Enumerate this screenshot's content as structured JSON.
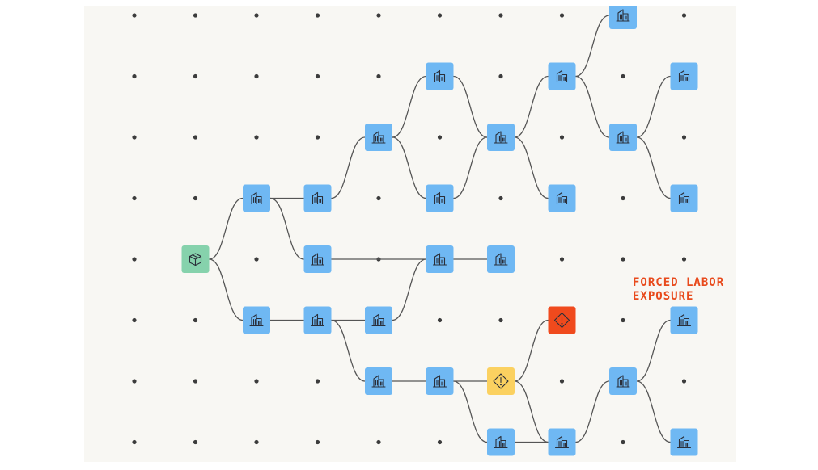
{
  "annotation": {
    "line1": "FORCED LABOR",
    "line2": "EXPOSURE"
  },
  "colors": {
    "facility": "#6fb8f3",
    "origin": "#86d2ac",
    "warning": "#fbd160",
    "alert": "#f04a1d",
    "edge": "#555555",
    "dot": "#3c3c3c",
    "background": "#f8f7f3"
  },
  "grid": {
    "columns": 10,
    "rows": 8
  },
  "nodes": [
    {
      "id": "n0",
      "col": 1,
      "row": 4,
      "type": "origin",
      "icon": "package-icon"
    },
    {
      "id": "n1",
      "col": 2,
      "row": 3,
      "type": "facility",
      "icon": "building-icon"
    },
    {
      "id": "n2",
      "col": 2,
      "row": 5,
      "type": "facility",
      "icon": "building-icon"
    },
    {
      "id": "n3",
      "col": 3,
      "row": 3,
      "type": "facility",
      "icon": "building-icon"
    },
    {
      "id": "n4",
      "col": 3,
      "row": 4,
      "type": "facility",
      "icon": "building-icon"
    },
    {
      "id": "n5",
      "col": 3,
      "row": 5,
      "type": "facility",
      "icon": "building-icon"
    },
    {
      "id": "n6",
      "col": 4,
      "row": 2,
      "type": "facility",
      "icon": "building-icon"
    },
    {
      "id": "n7",
      "col": 4,
      "row": 5,
      "type": "facility",
      "icon": "building-icon"
    },
    {
      "id": "n8",
      "col": 4,
      "row": 6,
      "type": "facility",
      "icon": "building-icon"
    },
    {
      "id": "n9",
      "col": 5,
      "row": 1,
      "type": "facility",
      "icon": "building-icon"
    },
    {
      "id": "n10",
      "col": 5,
      "row": 3,
      "type": "facility",
      "icon": "building-icon"
    },
    {
      "id": "n11",
      "col": 5,
      "row": 4,
      "type": "facility",
      "icon": "building-icon"
    },
    {
      "id": "n12",
      "col": 5,
      "row": 6,
      "type": "facility",
      "icon": "building-icon"
    },
    {
      "id": "n13",
      "col": 6,
      "row": 2,
      "type": "facility",
      "icon": "building-icon"
    },
    {
      "id": "n14",
      "col": 6,
      "row": 4,
      "type": "facility",
      "icon": "building-icon"
    },
    {
      "id": "n15",
      "col": 6,
      "row": 6,
      "type": "warning",
      "icon": "warning-icon"
    },
    {
      "id": "n16",
      "col": 6,
      "row": 7,
      "type": "facility",
      "icon": "building-icon"
    },
    {
      "id": "n17",
      "col": 7,
      "row": 1,
      "type": "facility",
      "icon": "building-icon"
    },
    {
      "id": "n18",
      "col": 7,
      "row": 3,
      "type": "facility",
      "icon": "building-icon"
    },
    {
      "id": "n19",
      "col": 7,
      "row": 5,
      "type": "alert",
      "icon": "alert-icon"
    },
    {
      "id": "n20",
      "col": 7,
      "row": 7,
      "type": "facility",
      "icon": "building-icon"
    },
    {
      "id": "n21",
      "col": 8,
      "row": 0,
      "type": "facility",
      "icon": "building-icon"
    },
    {
      "id": "n22",
      "col": 8,
      "row": 2,
      "type": "facility",
      "icon": "building-icon"
    },
    {
      "id": "n23",
      "col": 8,
      "row": 6,
      "type": "facility",
      "icon": "building-icon"
    },
    {
      "id": "n24",
      "col": 9,
      "row": 1,
      "type": "facility",
      "icon": "building-icon"
    },
    {
      "id": "n25",
      "col": 9,
      "row": 3,
      "type": "facility",
      "icon": "building-icon"
    },
    {
      "id": "n26",
      "col": 9,
      "row": 5,
      "type": "facility",
      "icon": "building-icon"
    },
    {
      "id": "n27",
      "col": 9,
      "row": 7,
      "type": "facility",
      "icon": "building-icon"
    }
  ],
  "edges": [
    [
      "n0",
      "n1"
    ],
    [
      "n0",
      "n2"
    ],
    [
      "n1",
      "n3"
    ],
    [
      "n1",
      "n4"
    ],
    [
      "n2",
      "n5"
    ],
    [
      "n3",
      "n6"
    ],
    [
      "n4",
      "n11"
    ],
    [
      "n5",
      "n7"
    ],
    [
      "n5",
      "n8"
    ],
    [
      "n6",
      "n9"
    ],
    [
      "n6",
      "n10"
    ],
    [
      "n7",
      "n11"
    ],
    [
      "n8",
      "n12"
    ],
    [
      "n9",
      "n13"
    ],
    [
      "n10",
      "n13"
    ],
    [
      "n11",
      "n14"
    ],
    [
      "n12",
      "n15"
    ],
    [
      "n12",
      "n16"
    ],
    [
      "n13",
      "n17"
    ],
    [
      "n13",
      "n18"
    ],
    [
      "n15",
      "n19"
    ],
    [
      "n15",
      "n20"
    ],
    [
      "n16",
      "n20"
    ],
    [
      "n17",
      "n21"
    ],
    [
      "n17",
      "n22"
    ],
    [
      "n20",
      "n23"
    ],
    [
      "n22",
      "n24"
    ],
    [
      "n22",
      "n25"
    ],
    [
      "n23",
      "n26"
    ],
    [
      "n23",
      "n27"
    ]
  ]
}
